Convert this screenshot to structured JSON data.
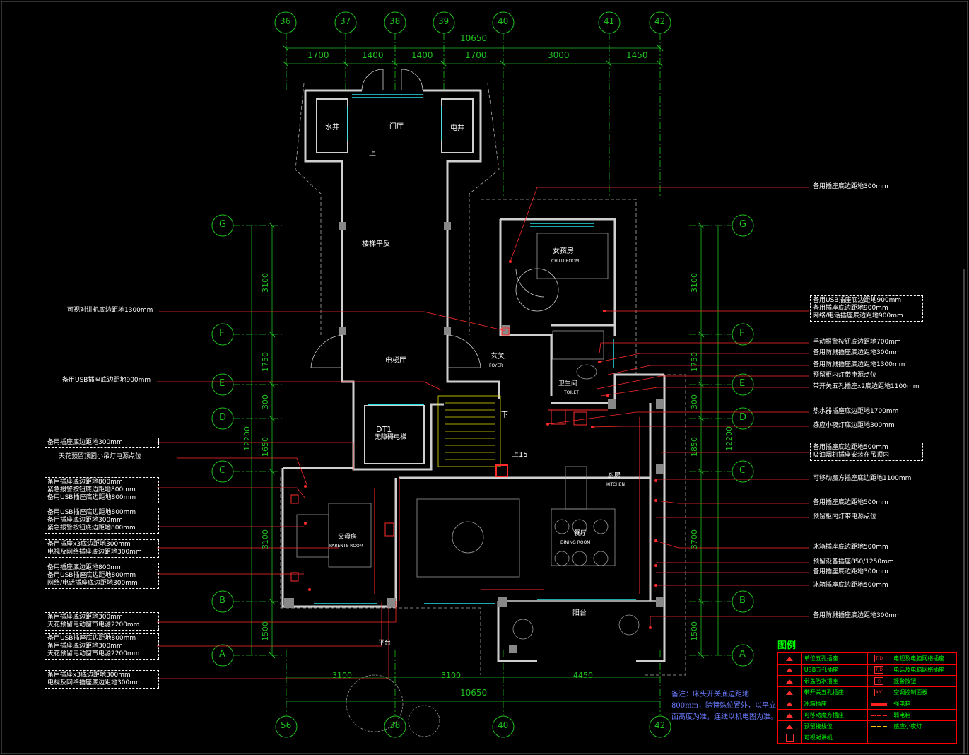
{
  "grid_top": [
    "36",
    "37",
    "38",
    "39",
    "40",
    "41",
    "42"
  ],
  "grid_bottom": [
    "56",
    "38",
    "40",
    "42"
  ],
  "grid_side": [
    "G",
    "F",
    "E",
    "D",
    "C",
    "B",
    "A"
  ],
  "dims_top_total": "10650",
  "dims_top": [
    "1700",
    "1400",
    "1400",
    "1700",
    "3000",
    "1450"
  ],
  "dims_bottom_total": "10650",
  "dims_bottom": [
    "3100",
    "3100",
    "4450"
  ],
  "dims_left_total": "12200",
  "dims_left": [
    "3100",
    "1750",
    "300",
    "1650",
    "3100",
    "1500"
  ],
  "dims_right_total": "12200",
  "dims_right": [
    "3100",
    "1750",
    "300",
    "1850",
    "3700",
    "1500"
  ],
  "rooms": {
    "shuijing": "水井",
    "menting": "门厅",
    "dianjing": "电井",
    "shang": "上",
    "louti": "楼梯平反",
    "dianti": "电梯厅",
    "xuanguan": "玄关",
    "xuanguan_en": "FOYER",
    "dt1": "DT1",
    "dt1_sub": "无障碍电梯",
    "xia": "下",
    "shang15": "上15",
    "nvhai": "女孩房",
    "nvhai_en": "CHILD ROOM",
    "wsj": "卫生间",
    "wsj_en": "TOILET",
    "chufang": "厨房",
    "chufang_en": "KITCHEN",
    "canting": "餐厅",
    "canting_en": "DINING ROOM",
    "fumu": "父母房",
    "fumu_en": "PARENTS ROOM",
    "yangtai": "阳台",
    "pingtai": "平台"
  },
  "left_notes": [
    {
      "lines": [
        "可视对讲机底边距地1300mm"
      ]
    },
    {
      "lines": [
        "备用USB插座底边距地900mm"
      ]
    },
    {
      "lines": [
        "备用插座底边距地300mm"
      ]
    },
    {
      "lines": [
        "天花预留顶圆小吊灯电源点位"
      ]
    },
    {
      "lines": [
        "备用插座底边距地800mm",
        "紧急报警按钮底边距地800mm",
        "备用USB插座底边距地800mm"
      ]
    },
    {
      "lines": [
        "备用USB插座底边距地800mm",
        "备用插座底边距地300mm",
        "紧急报警按钮底边距地800mm"
      ]
    },
    {
      "lines": [
        "备用插座x3底边距地300mm",
        "电视及网络插座底边距地300mm"
      ]
    },
    {
      "lines": [
        "备用插座底边距地800mm",
        "备用USB插座底边距地800mm",
        "网络/电话插座底边距地300mm"
      ]
    },
    {
      "lines": [
        "备用插座底边距地300mm",
        "天花预留电动窗帘电源2200mm"
      ]
    },
    {
      "lines": [
        "备用USB插座底边距地800mm",
        "备用插座底边距地300mm",
        "天花预留电动窗帘电源2200mm"
      ]
    },
    {
      "lines": [
        "备用插座x3底边距地300mm",
        "电视及网络插座底边距地300mm"
      ]
    }
  ],
  "right_notes": [
    {
      "lines": [
        "备用插座底边距地300mm"
      ]
    },
    {
      "lines": [
        "备用USB插座底边距地900mm",
        "备用插座底边距地900mm",
        "网络/电话插座底边距地900mm"
      ]
    },
    {
      "lines": [
        "手动报警按钮底边距地700mm"
      ]
    },
    {
      "lines": [
        "备用防溅插座底边距地300mm"
      ]
    },
    {
      "lines": [
        "备用防溅插座底边距地1300mm"
      ]
    },
    {
      "lines": [
        "预留柜内灯带电源点位"
      ]
    },
    {
      "lines": [
        "带开关五孔插座x2底边距地1100mm"
      ]
    },
    {
      "lines": [
        "热水器插座底边距地1700mm"
      ]
    },
    {
      "lines": [
        "感应小夜灯底边距地300mm"
      ]
    },
    {
      "lines": [
        "备用插座底边距地500mm",
        "吸油烟机插座安装在吊顶内"
      ]
    },
    {
      "lines": [
        "可移动魔方插座底边距地1100mm"
      ]
    },
    {
      "lines": [
        "备用插座底边距地500mm"
      ]
    },
    {
      "lines": [
        "预留柜内灯带电源点位"
      ]
    },
    {
      "lines": [
        "冰箱插座底边距地500mm"
      ]
    },
    {
      "lines": [
        "预留设备插座850/1250mm"
      ]
    },
    {
      "lines": [
        "备用插座底边距地300mm"
      ]
    },
    {
      "lines": [
        "冰箱插座底边距地500mm"
      ]
    },
    {
      "lines": [
        "备用防溅插座底边距地300mm"
      ]
    }
  ],
  "note": "备注：床头开关底边距地800mm，除特殊位置外，以平立面高度为准，连线以机电图为准。",
  "legend": {
    "title": "图例",
    "rows": [
      {
        "sym1": "tri",
        "l1": "单位五孔插座",
        "sym2": "box",
        "s2": "T/D",
        "l2": "电视及电脑网络插座"
      },
      {
        "sym1": "tri",
        "l1": "USB五孔插座",
        "sym2": "box",
        "s2": "T/D",
        "l2": "电话及电脑网络插座"
      },
      {
        "sym1": "tri",
        "l1": "带盖防水插座",
        "sym2": "box",
        "s2": "○",
        "l2": "报警按钮"
      },
      {
        "sym1": "tri",
        "l1": "带开关五孔插座",
        "sym2": "box",
        "s2": "A/C",
        "l2": "空调控制面板"
      },
      {
        "sym1": "tri",
        "l1": "冰箱插座",
        "sym2": "bar",
        "s2": "",
        "l2": "强电箱"
      },
      {
        "sym1": "tri",
        "l1": "可移动魔方插座",
        "sym2": "line",
        "s2": "",
        "l2": "弱电箱"
      },
      {
        "sym1": "tri",
        "l1": "预留接线位",
        "sym2": "yel",
        "s2": "",
        "l2": "感应小夜灯"
      },
      {
        "sym1": "sq",
        "l1": "可视对讲机",
        "sym2": "none",
        "s2": "",
        "l2": ""
      }
    ]
  }
}
